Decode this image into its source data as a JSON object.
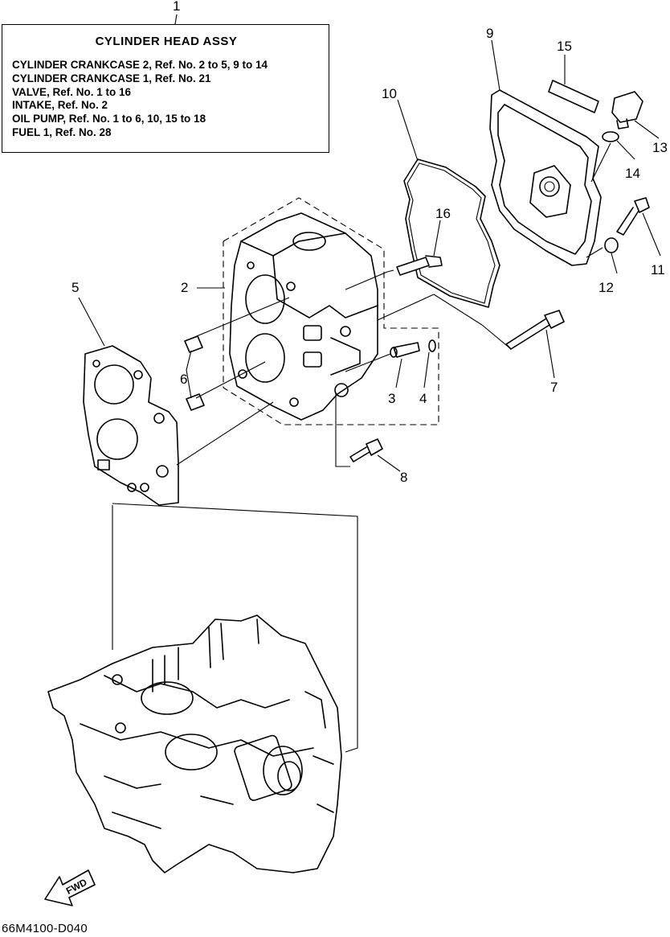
{
  "legend": {
    "ref_number": "1",
    "title": "CYLINDER  HEAD  ASSY",
    "lines": [
      "CYLINDER CRANKCASE 2, Ref. No. 2 to 5, 9 to 14",
      "CYLINDER CRANKCASE 1, Ref. No. 21",
      "VALVE, Ref. No. 1 to 16",
      "INTAKE,  Ref. No. 2",
      "OIL PUMP,  Ref. No. 1 to 6, 10, 15 to 18",
      "FUEL 1,  Ref. No. 28"
    ]
  },
  "callouts": {
    "c2": "2",
    "c3": "3",
    "c4": "4",
    "c5": "5",
    "c6": "6",
    "c7": "7",
    "c8": "8",
    "c9": "9",
    "c10": "10",
    "c11": "11",
    "c12": "12",
    "c13": "13",
    "c14": "14",
    "c15": "15",
    "c16": "16"
  },
  "fwd_label": "FWD",
  "diagram_code": "66M4100-D040",
  "icons": {
    "fwd": "arrow-fwd-icon"
  }
}
